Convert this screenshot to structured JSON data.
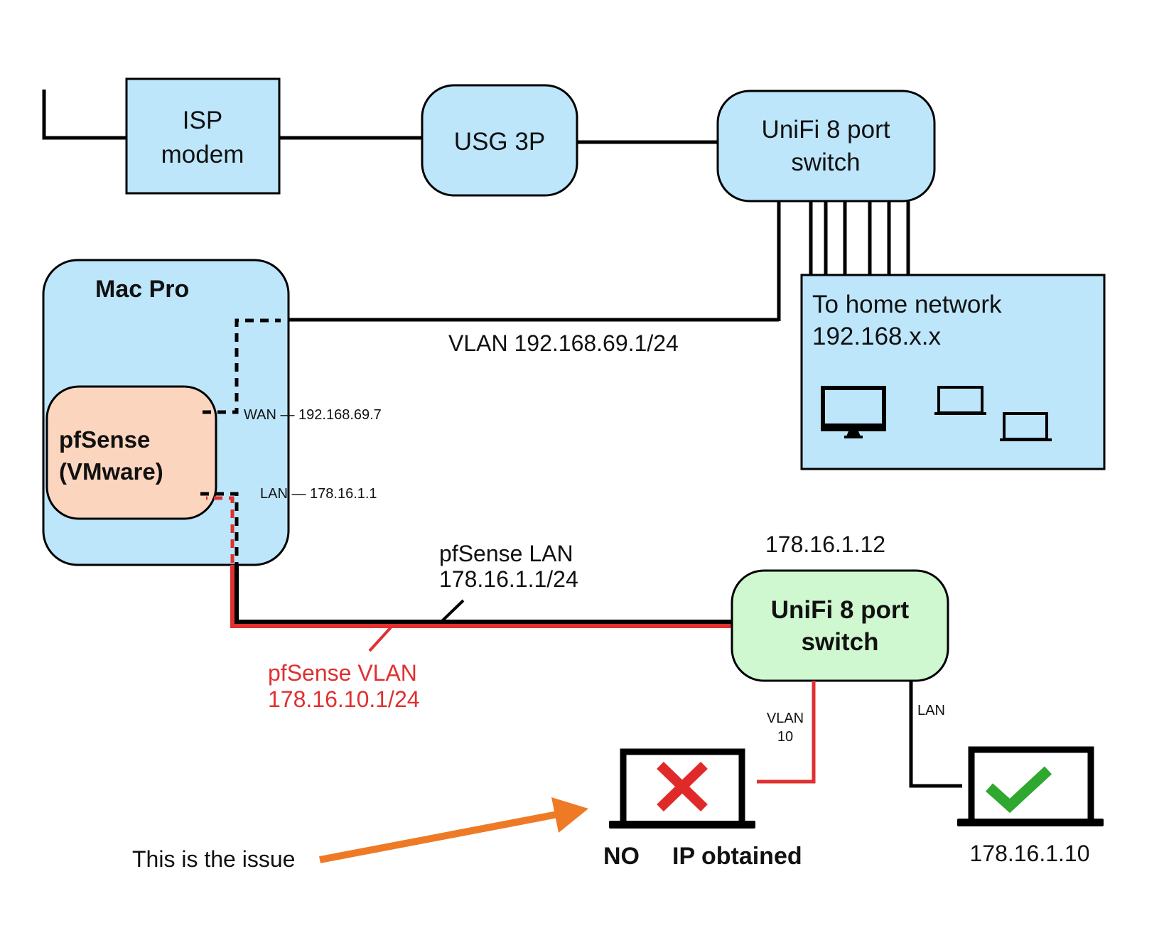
{
  "nodes": {
    "isp_modem": {
      "lines": [
        "ISP",
        "modem"
      ]
    },
    "usg": {
      "label": "USG 3P"
    },
    "switch_main": {
      "lines": [
        "UniFi 8 port",
        "switch"
      ]
    },
    "mac_pro": {
      "label": "Mac Pro"
    },
    "pfsense": {
      "lines": [
        "pfSense",
        "(VMware)"
      ]
    },
    "home_network": {
      "lines": [
        "To home network",
        "192.168.x.x"
      ],
      "devices": [
        "desktop-monitor-icon",
        "laptop-icon",
        "laptop-icon"
      ]
    },
    "switch_pf": {
      "lines": [
        "UniFi 8 port",
        "switch"
      ],
      "ip": "178.16.1.12"
    },
    "client_vlan": {
      "status_no": "NO",
      "status_rest": "IP obtained",
      "status_icon": "x-mark-icon"
    },
    "client_lan": {
      "ip": "178.16.1.10",
      "status_icon": "checkmark-icon"
    }
  },
  "links": {
    "wan_port": "WAN — 192.168.69.7",
    "lan_port": "LAN — 178.16.1.1",
    "vlan_main": "VLAN 192.168.69.1/24",
    "pfsense_lan": [
      "pfSense LAN",
      "178.16.1.1/24"
    ],
    "pfsense_vlan": [
      "pfSense VLAN",
      "178.16.10.1/24"
    ],
    "vlan10": [
      "VLAN",
      "10"
    ],
    "lan_drop": "LAN"
  },
  "annotation": {
    "text": "This is the issue"
  },
  "colors": {
    "device_blue": "#bde6fb",
    "pfsense_peach": "#fcd5bf",
    "switch_green": "#d0f8d0",
    "vlan_red": "#e03030",
    "arrow_orange": "#ee7a26",
    "ok_green": "#2ea82e"
  }
}
